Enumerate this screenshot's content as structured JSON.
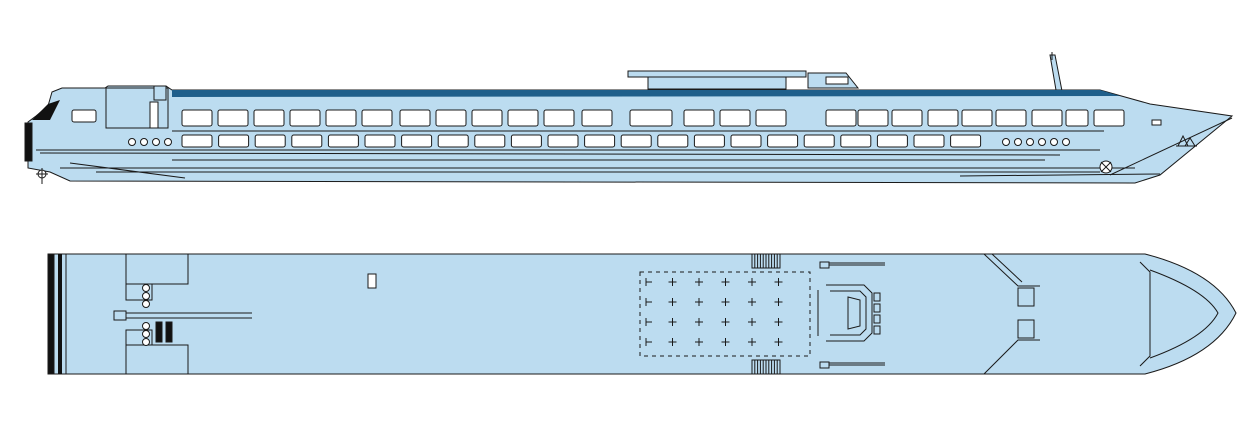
{
  "diagram": {
    "kind": "ship-deck-plan",
    "views": [
      "side-profile",
      "top-plan"
    ],
    "colors": {
      "hull_fill": "#bcdcf0",
      "outline": "#1a1a1a",
      "roof_accent": "#1f5f8b",
      "window_fill": "#ffffff",
      "dark_block": "#111111"
    },
    "side_profile": {
      "upper_window_rows": 2,
      "portholes_aft": 4,
      "portholes_fwd": 6
    },
    "top_plan": {
      "deck_chair_grid": {
        "rows": 4,
        "cols": 6
      },
      "stair_grates": 2
    }
  }
}
